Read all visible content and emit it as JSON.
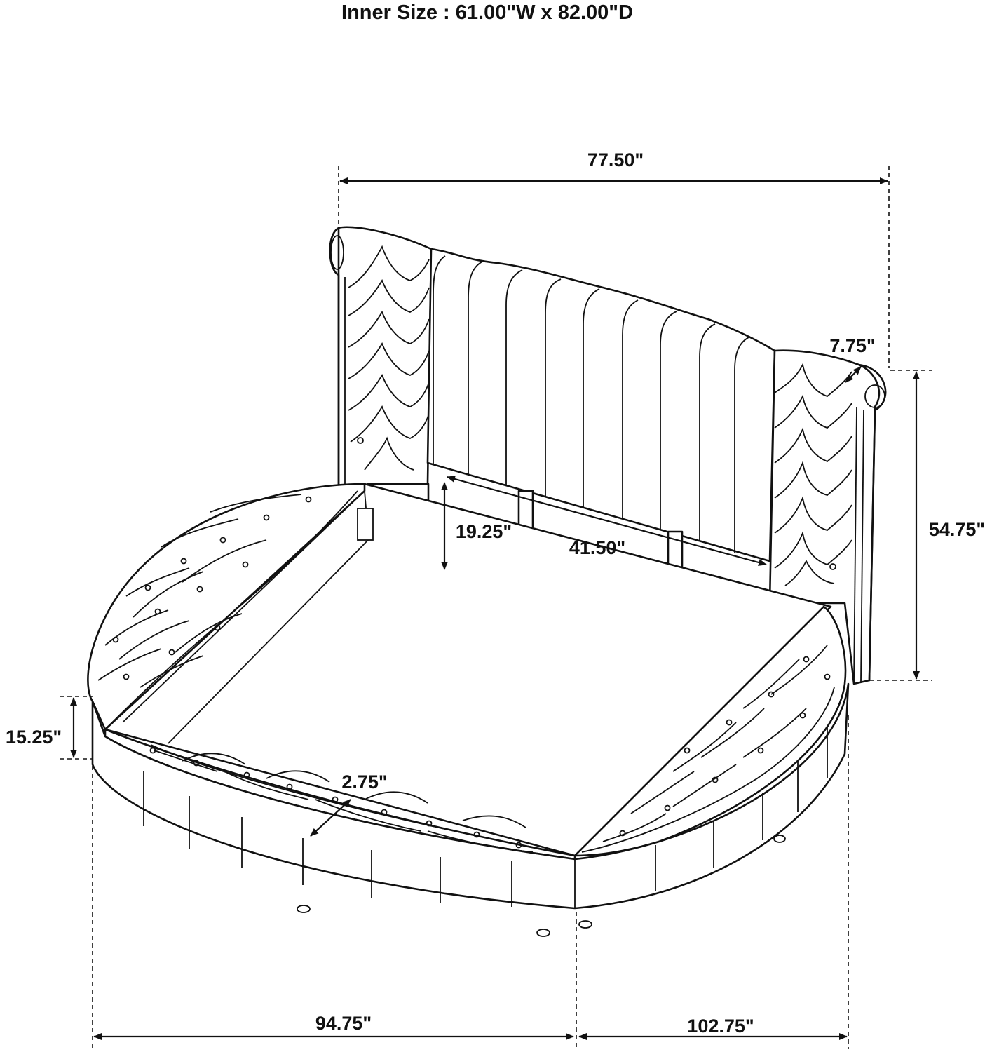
{
  "title": "Inner Size : 61.00\"W x 82.00\"D",
  "dimensions": {
    "headboard_width": "77.50\"",
    "headboard_height": "54.75\"",
    "wing_depth": "7.75\"",
    "leg_clearance": "19.25\"",
    "inner_rail_width": "41.50\"",
    "platform_height": "15.25\"",
    "tufted_rim_width": "2.75\"",
    "left_width": "94.75\"",
    "right_width": "102.75\""
  }
}
